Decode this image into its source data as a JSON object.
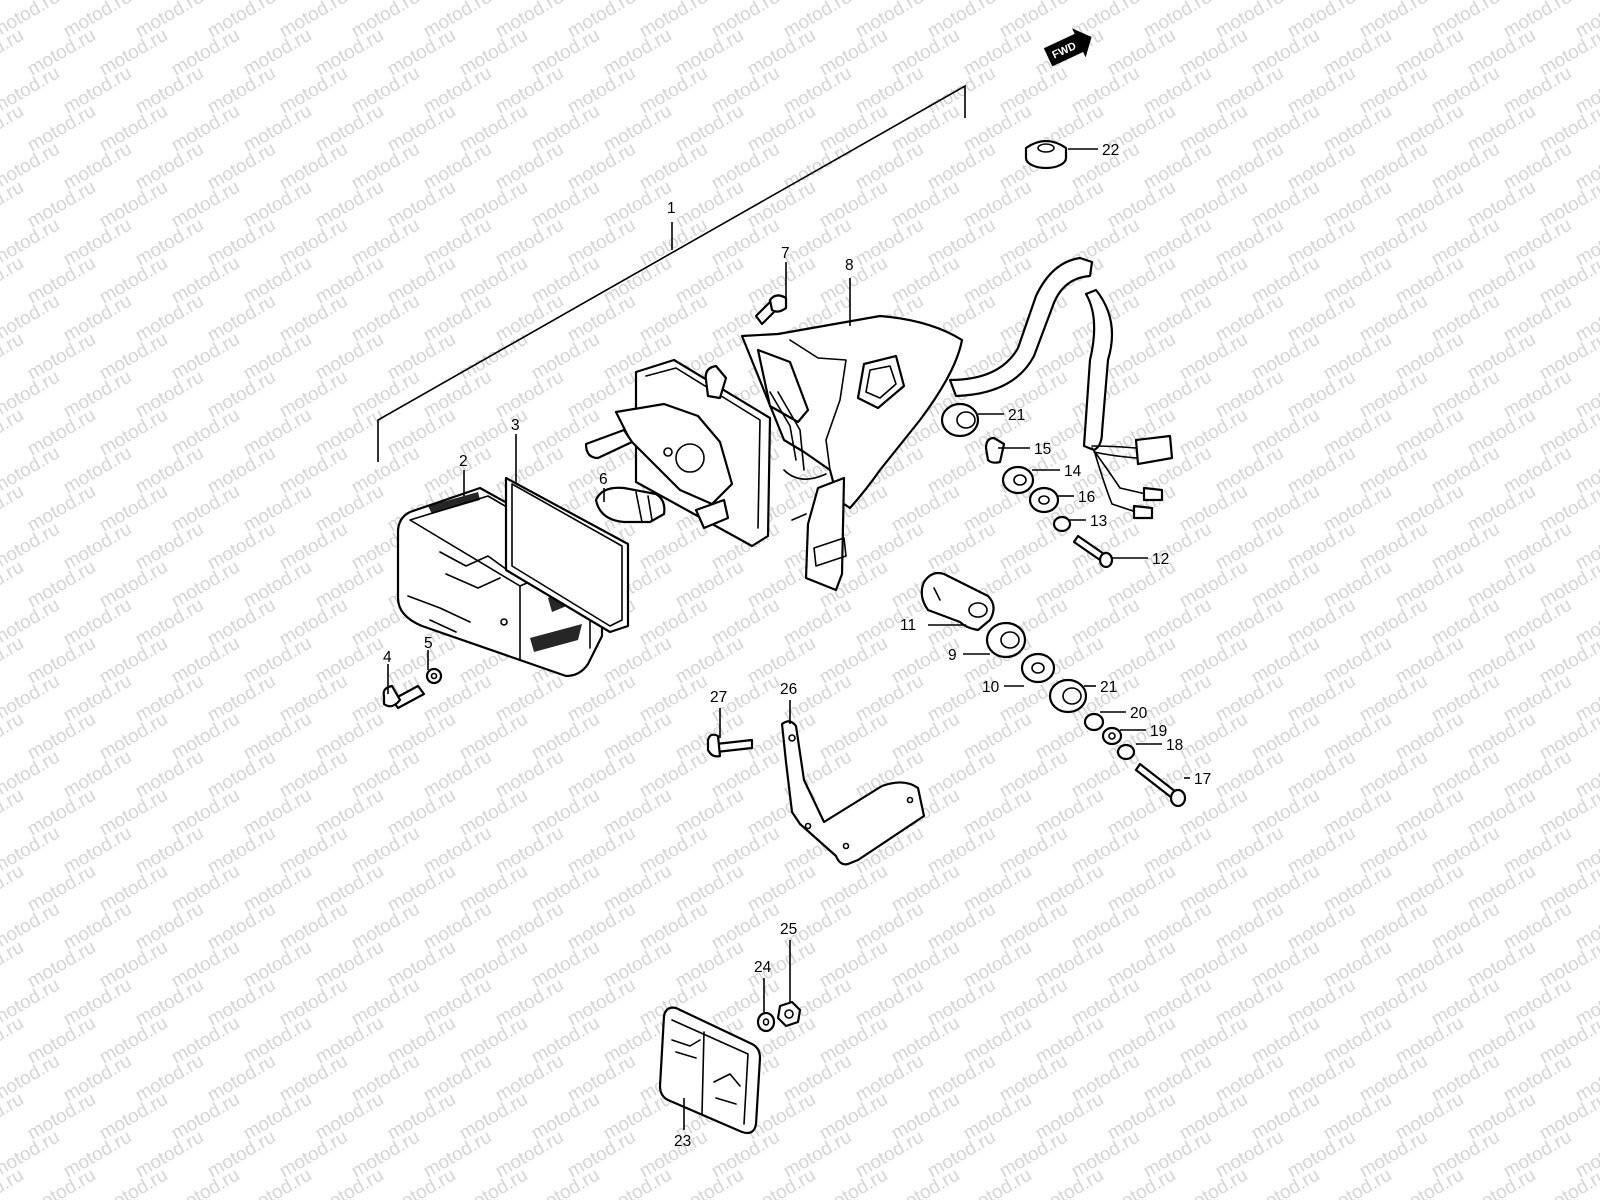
{
  "watermark": {
    "text": "motod.ru"
  },
  "fwd_badge": {
    "label": "FWD"
  },
  "callouts": [
    {
      "id": "1",
      "label": "1"
    },
    {
      "id": "2",
      "label": "2"
    },
    {
      "id": "3",
      "label": "3"
    },
    {
      "id": "4",
      "label": "4"
    },
    {
      "id": "5",
      "label": "5"
    },
    {
      "id": "6",
      "label": "6"
    },
    {
      "id": "7",
      "label": "7"
    },
    {
      "id": "8",
      "label": "8"
    },
    {
      "id": "9",
      "label": "9"
    },
    {
      "id": "10",
      "label": "10"
    },
    {
      "id": "11",
      "label": "11"
    },
    {
      "id": "12",
      "label": "12"
    },
    {
      "id": "13",
      "label": "13"
    },
    {
      "id": "14",
      "label": "14"
    },
    {
      "id": "15",
      "label": "15"
    },
    {
      "id": "16",
      "label": "16"
    },
    {
      "id": "17",
      "label": "17"
    },
    {
      "id": "18",
      "label": "18"
    },
    {
      "id": "19",
      "label": "19"
    },
    {
      "id": "20",
      "label": "20"
    },
    {
      "id": "21a",
      "label": "21"
    },
    {
      "id": "21b",
      "label": "21"
    },
    {
      "id": "22",
      "label": "22"
    },
    {
      "id": "23",
      "label": "23"
    },
    {
      "id": "24",
      "label": "24"
    },
    {
      "id": "25",
      "label": "25"
    },
    {
      "id": "26",
      "label": "26"
    },
    {
      "id": "27",
      "label": "27"
    }
  ]
}
